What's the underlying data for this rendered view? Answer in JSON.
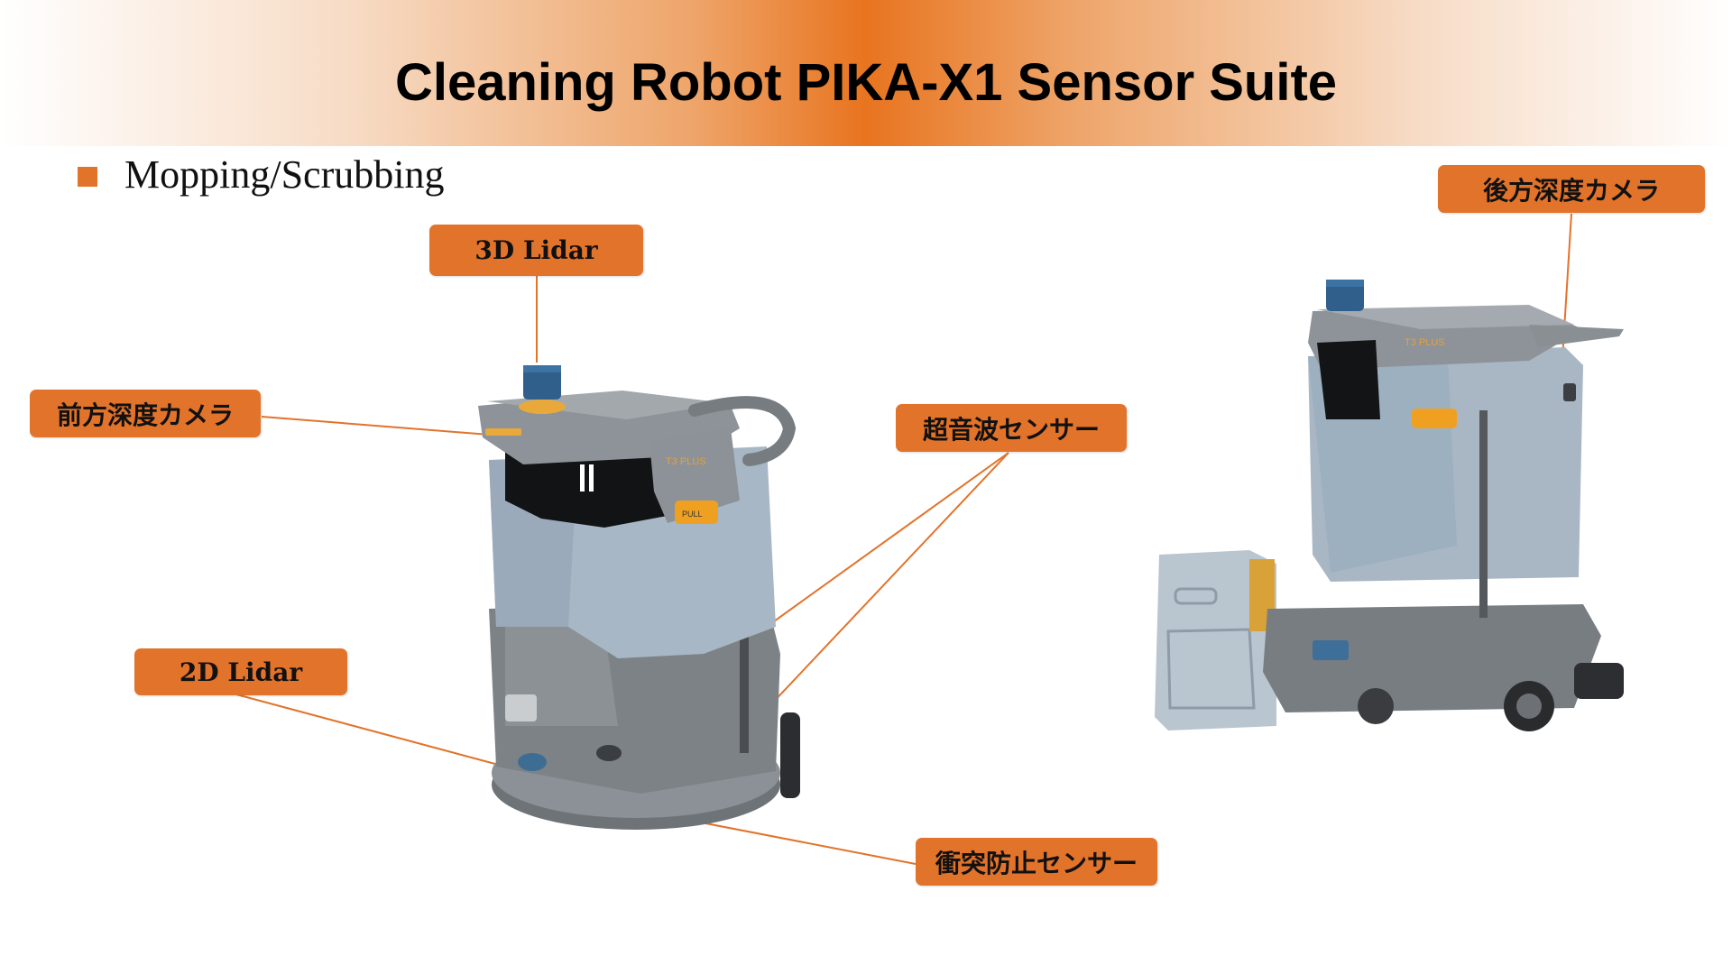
{
  "slide": {
    "title": "Cleaning Robot PIKA-X1 Sensor Suite",
    "bullet": "Mopping/Scrubbing",
    "accent_color": "#e2732a"
  },
  "labels": {
    "lidar_3d": "3D Lidar",
    "front_depth_camera": "前方深度カメラ",
    "ultrasonic_sensor": "超音波センサー",
    "lidar_2d": "2D Lidar",
    "collision_sensor": "衝突防止センサー",
    "rear_depth_camera": "後方深度カメラ"
  },
  "robot_badge": {
    "model": "T3 PLUS",
    "handle": "PULL"
  }
}
